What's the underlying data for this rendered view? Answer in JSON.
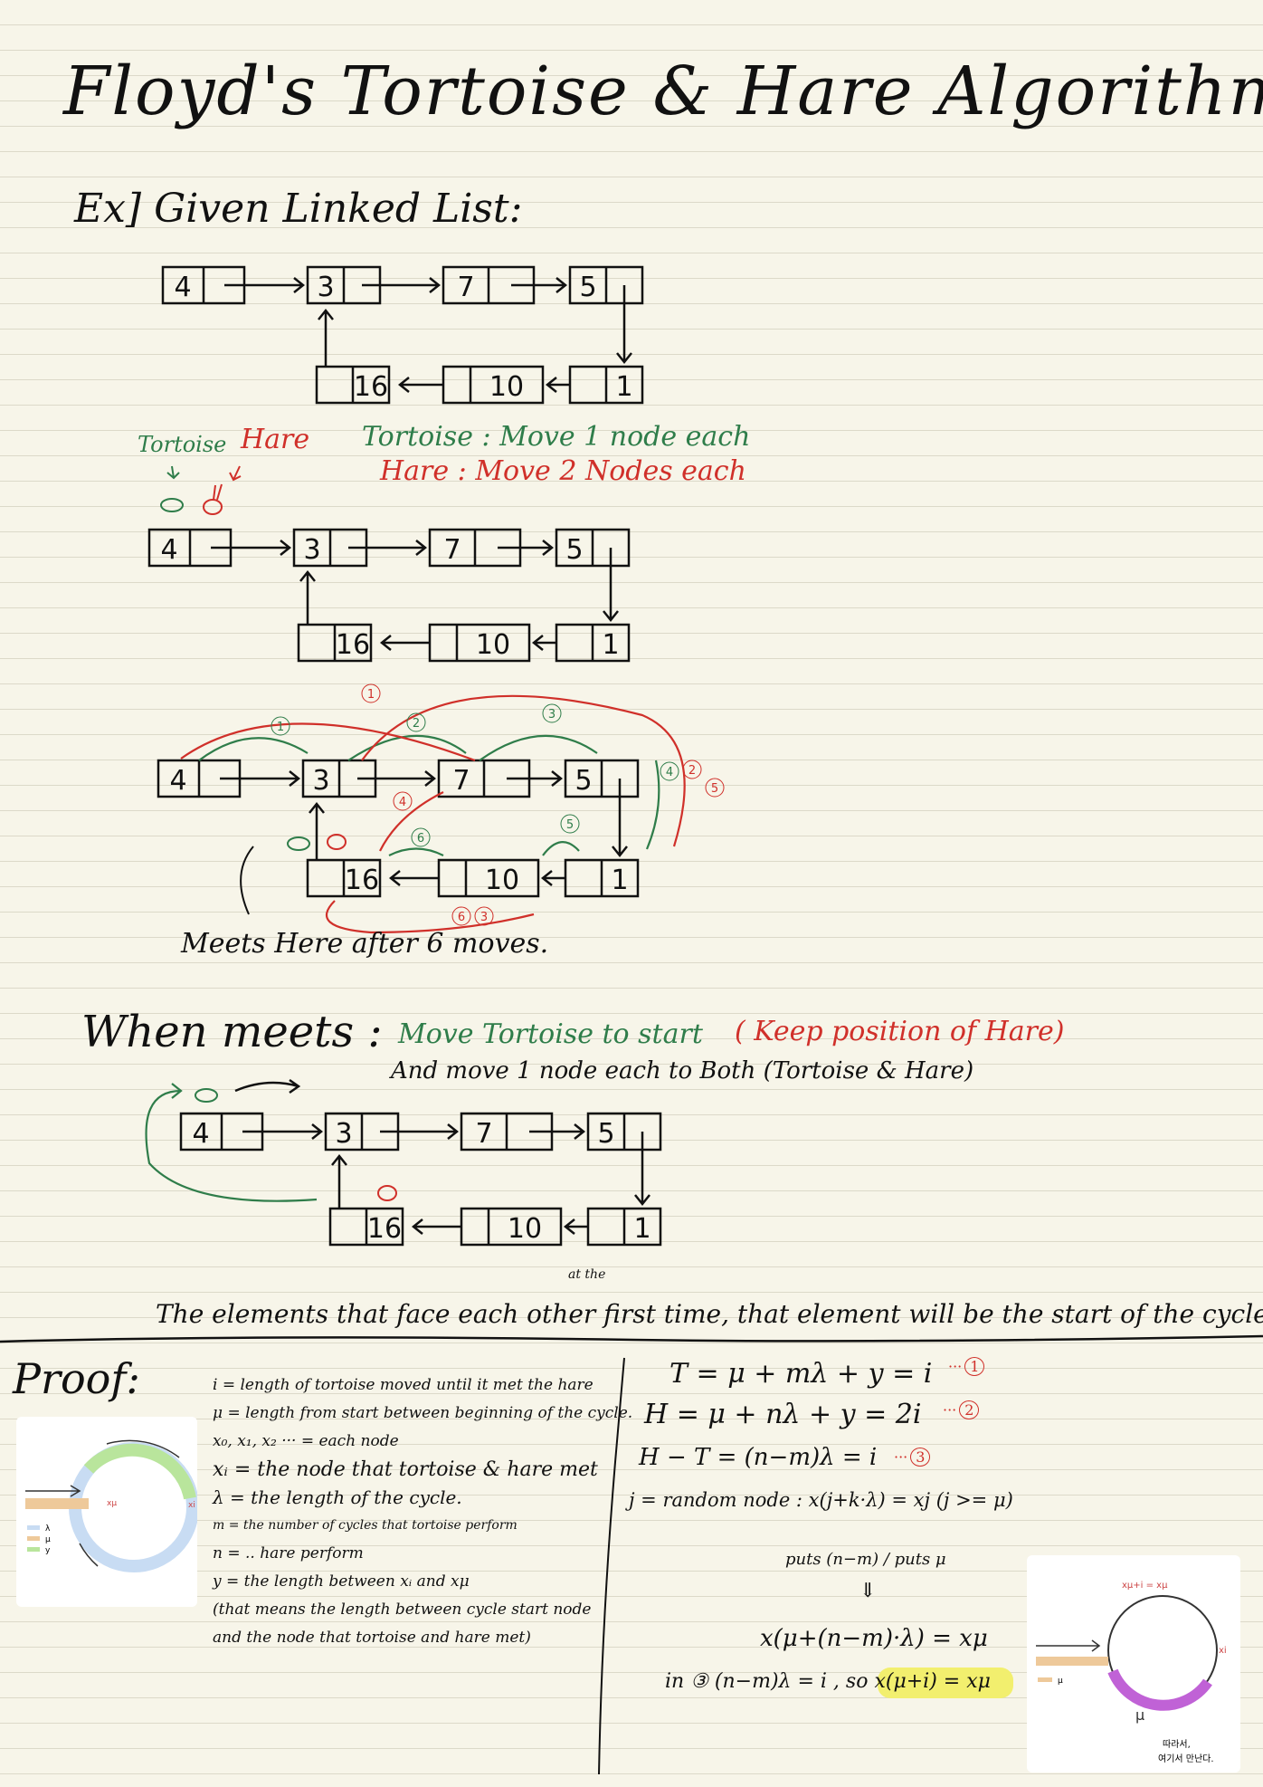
{
  "title": "Floyd's Tortoise & Hare Algorithm",
  "example_heading": "Ex] Given Linked List:",
  "list_values": [
    "4",
    "3",
    "7",
    "5",
    "1",
    "10",
    "16"
  ],
  "labels": {
    "tortoise": "Tortoise",
    "hare": "Hare",
    "tortoise_rule": "Tortoise : Move 1 node each",
    "hare_rule": "Hare : Move 2 Nodes each",
    "meets_here": "Meets Here after 6 moves."
  },
  "step_markers": {
    "tortoise": [
      "1",
      "2",
      "3",
      "4",
      "5",
      "6"
    ],
    "hare": [
      "1",
      "2",
      "3",
      "4",
      "5",
      "6"
    ]
  },
  "when_meets": {
    "prefix": "When meets :",
    "green": "Move Tortoise to start",
    "red": "( Keep position of Hare)",
    "line2": "And move 1 node each to Both (Tortoise & Hare)"
  },
  "conclusion": {
    "caret_note": "at the",
    "text": "The elements that face each other first time, that element will be the start of the cycle"
  },
  "proof": {
    "heading": "Proof:",
    "definitions": [
      "i = length of tortoise moved until it met the hare",
      "μ = length from start between beginning of the cycle.",
      "x₀, x₁, x₂ ··· = each node",
      "xᵢ = the node that tortoise & hare met",
      "λ = the length of the cycle.",
      "m = the number of cycles that tortoise perform",
      "n =                   ..                   hare perform",
      "y = the length between xᵢ and xμ",
      "(that means the length between cycle start node",
      "and the node that tortoise and hare met)"
    ],
    "equations": [
      "T = μ + mλ + y = i",
      "H = μ + nλ + y = 2i",
      "H − T = (n−m)λ = i",
      "j = random node :  x(j+k·λ) = xj  (j >= μ)",
      "puts (n−m)  / puts μ",
      "x(μ+(n−m)·λ) = xμ",
      "in ③  (n−m)λ = i , so  x(μ+i) = xμ"
    ],
    "eq_marks": [
      "1",
      "2",
      "3"
    ],
    "left_legend": [
      "λ",
      "μ",
      "y"
    ],
    "left_arrow_label": "xμ",
    "left_right_label": "xi",
    "right_top_label": "xμ+i = xμ",
    "right_label_i": "xi",
    "right_mu": "μ",
    "right_legend": "μ",
    "korean_note": [
      "따라서,",
      "여기서 만난다."
    ]
  },
  "colors": {
    "green": "#2f7d4a",
    "red": "#d0302a",
    "highlight": "#f2ef6e"
  }
}
